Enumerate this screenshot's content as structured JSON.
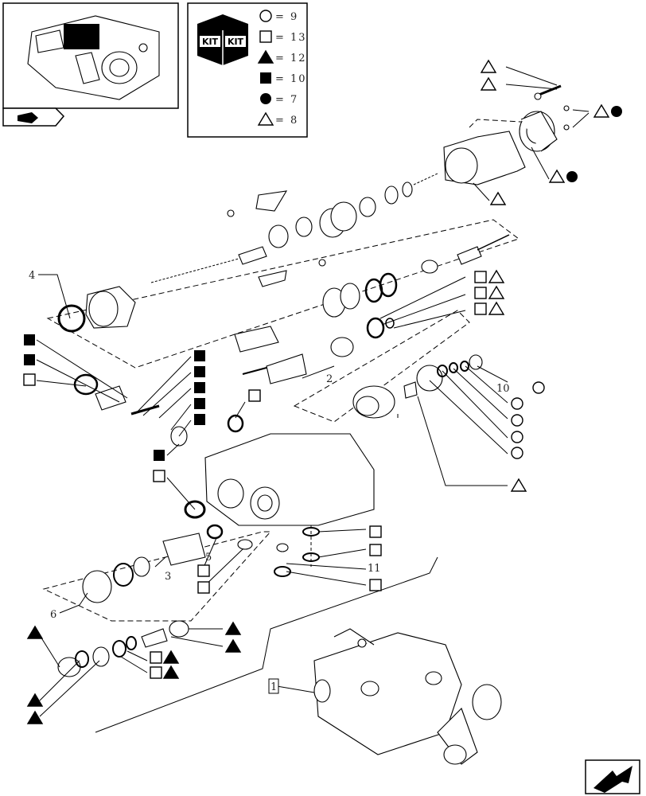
{
  "legend": {
    "kit_label_left": "KIT",
    "kit_label_right": "KIT",
    "rows": [
      {
        "symbol": "open-circle",
        "text": "= 9"
      },
      {
        "symbol": "open-square",
        "text": "= 13"
      },
      {
        "symbol": "filled-triangle",
        "text": "= 12"
      },
      {
        "symbol": "filled-square",
        "text": "= 10"
      },
      {
        "symbol": "filled-circle",
        "text": "= 7"
      },
      {
        "symbol": "open-triangle",
        "text": "= 8"
      }
    ]
  },
  "callouts": {
    "c1": "1",
    "c2": "2",
    "c3": "3",
    "c4": "4",
    "c5": "5",
    "c6": "6",
    "c10": "10",
    "c11": "11"
  },
  "icons": {
    "thumbnail_nav": "arrow-icon",
    "next_page": "next-page-arrow-icon"
  }
}
